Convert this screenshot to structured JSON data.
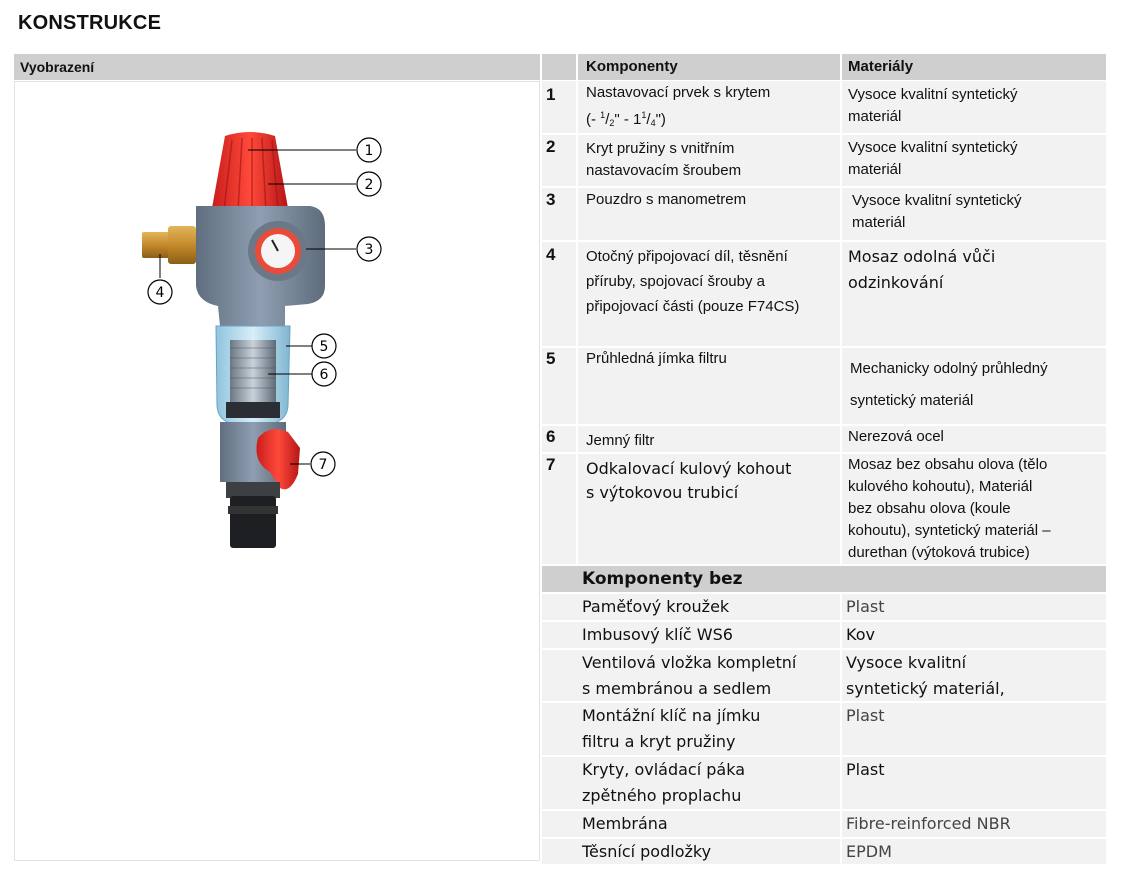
{
  "title": "KONSTRUKCE",
  "left_header": "Vyobrazení",
  "callouts": [
    "1",
    "2",
    "3",
    "4",
    "5",
    "6",
    "7"
  ],
  "table_header": {
    "num": "",
    "components": "Komponenty",
    "materials": "Materiály"
  },
  "components": [
    {
      "num": "1",
      "line1": "Nastavovací prvek s krytem",
      "line2_pre": "(- ",
      "f1_num": "1",
      "f1_den": "2",
      "mid": "\" - 1",
      "f2_num": "1",
      "f2_den": "4",
      "line2_post": "\")",
      "material": [
        "Vysoce kvalitní syntetický",
        "materiál"
      ]
    },
    {
      "num": "2",
      "component": [
        "Kryt pružiny s vnitřním",
        "nastavovacím šroubem"
      ],
      "material": [
        "Vysoce kvalitní syntetický",
        "materiál"
      ]
    },
    {
      "num": "3",
      "component": [
        "Pouzdro s manometrem"
      ],
      "material": [
        "Vysoce kvalitní syntetický",
        "materiál"
      ]
    },
    {
      "num": "4",
      "component": [
        "Otočný připojovací díl, těsnění",
        "příruby, spojovací šrouby a",
        "připojovací části (pouze F74CS)"
      ],
      "material": [
        "Mosaz odolná vůči",
        "odzinkování"
      ]
    },
    {
      "num": "5",
      "component": [
        "Průhledná jímka filtru"
      ],
      "material": [
        "Mechanicky odolný průhledný",
        "syntetický  materiál"
      ]
    },
    {
      "num": "6",
      "component": [
        "Jemný filtr"
      ],
      "material": [
        "Nerezová ocel"
      ]
    },
    {
      "num": "7",
      "component": [
        "Odkalovací kulový kohout",
        "s výtokovou trubicí"
      ],
      "material": [
        "Mosaz bez obsahu olova (tělo",
        "kulového  kohoutu), Materiál",
        "bez obsahu olova (koule",
        "kohoutu), syntetický materiál –",
        "durethan (výtoková trubice)"
      ]
    }
  ],
  "extra_header": "Komponenty bez vyobrazení:",
  "extras": [
    {
      "component": [
        "Paměťový kroužek"
      ],
      "material": [
        "Plast"
      ]
    },
    {
      "component": [
        "Imbusový klíč WS6"
      ],
      "material": [
        "Kov"
      ]
    },
    {
      "component": [
        "Ventilová vložka kompletní",
        "s membránou a sedlem"
      ],
      "material": [
        "Vysoce kvalitní",
        "syntetický materiál,"
      ]
    },
    {
      "component": [
        "Montážní klíč na jímku",
        "filtru a kryt pružiny"
      ],
      "material": [
        "Plast"
      ]
    },
    {
      "component": [
        "Kryty, ovládací páka",
        "zpětného proplachu"
      ],
      "material": [
        "Plast"
      ]
    },
    {
      "component": [
        "Membrána"
      ],
      "material": [
        "Fibre-reinforced NBR"
      ]
    },
    {
      "component": [
        "Těsnící podložky"
      ],
      "material": [
        "EPDM"
      ]
    }
  ]
}
